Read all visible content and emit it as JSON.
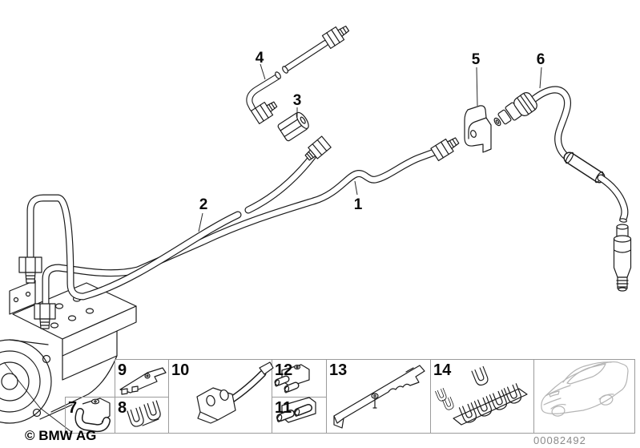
{
  "page": {
    "background": "#ffffff",
    "kind": "bmw-parts-diagram"
  },
  "diagram": {
    "description": "Brake pipe and brake hose routing with ABS hydraulic unit",
    "callouts": [
      {
        "id": "1"
      },
      {
        "id": "2"
      },
      {
        "id": "3"
      },
      {
        "id": "4"
      },
      {
        "id": "5"
      },
      {
        "id": "6"
      }
    ],
    "parts_strip": {
      "cells": [
        {
          "id": "7"
        },
        {
          "id": "8"
        },
        {
          "id": "9"
        },
        {
          "id": "10"
        },
        {
          "id": "11"
        },
        {
          "id": "12"
        },
        {
          "id": "13"
        },
        {
          "id": "14"
        }
      ],
      "car_thumbnail": "bmw-coupe-silhouette"
    },
    "colors": {
      "line": "#1c1c1c",
      "table_border": "#9b9b9b",
      "car_line": "#b5b5b5",
      "doc_number_text": "#8a8a8a",
      "label_text": "#0a0a0a"
    }
  },
  "footer": {
    "copyright": "© BMW AG",
    "document_number": "00082492"
  }
}
